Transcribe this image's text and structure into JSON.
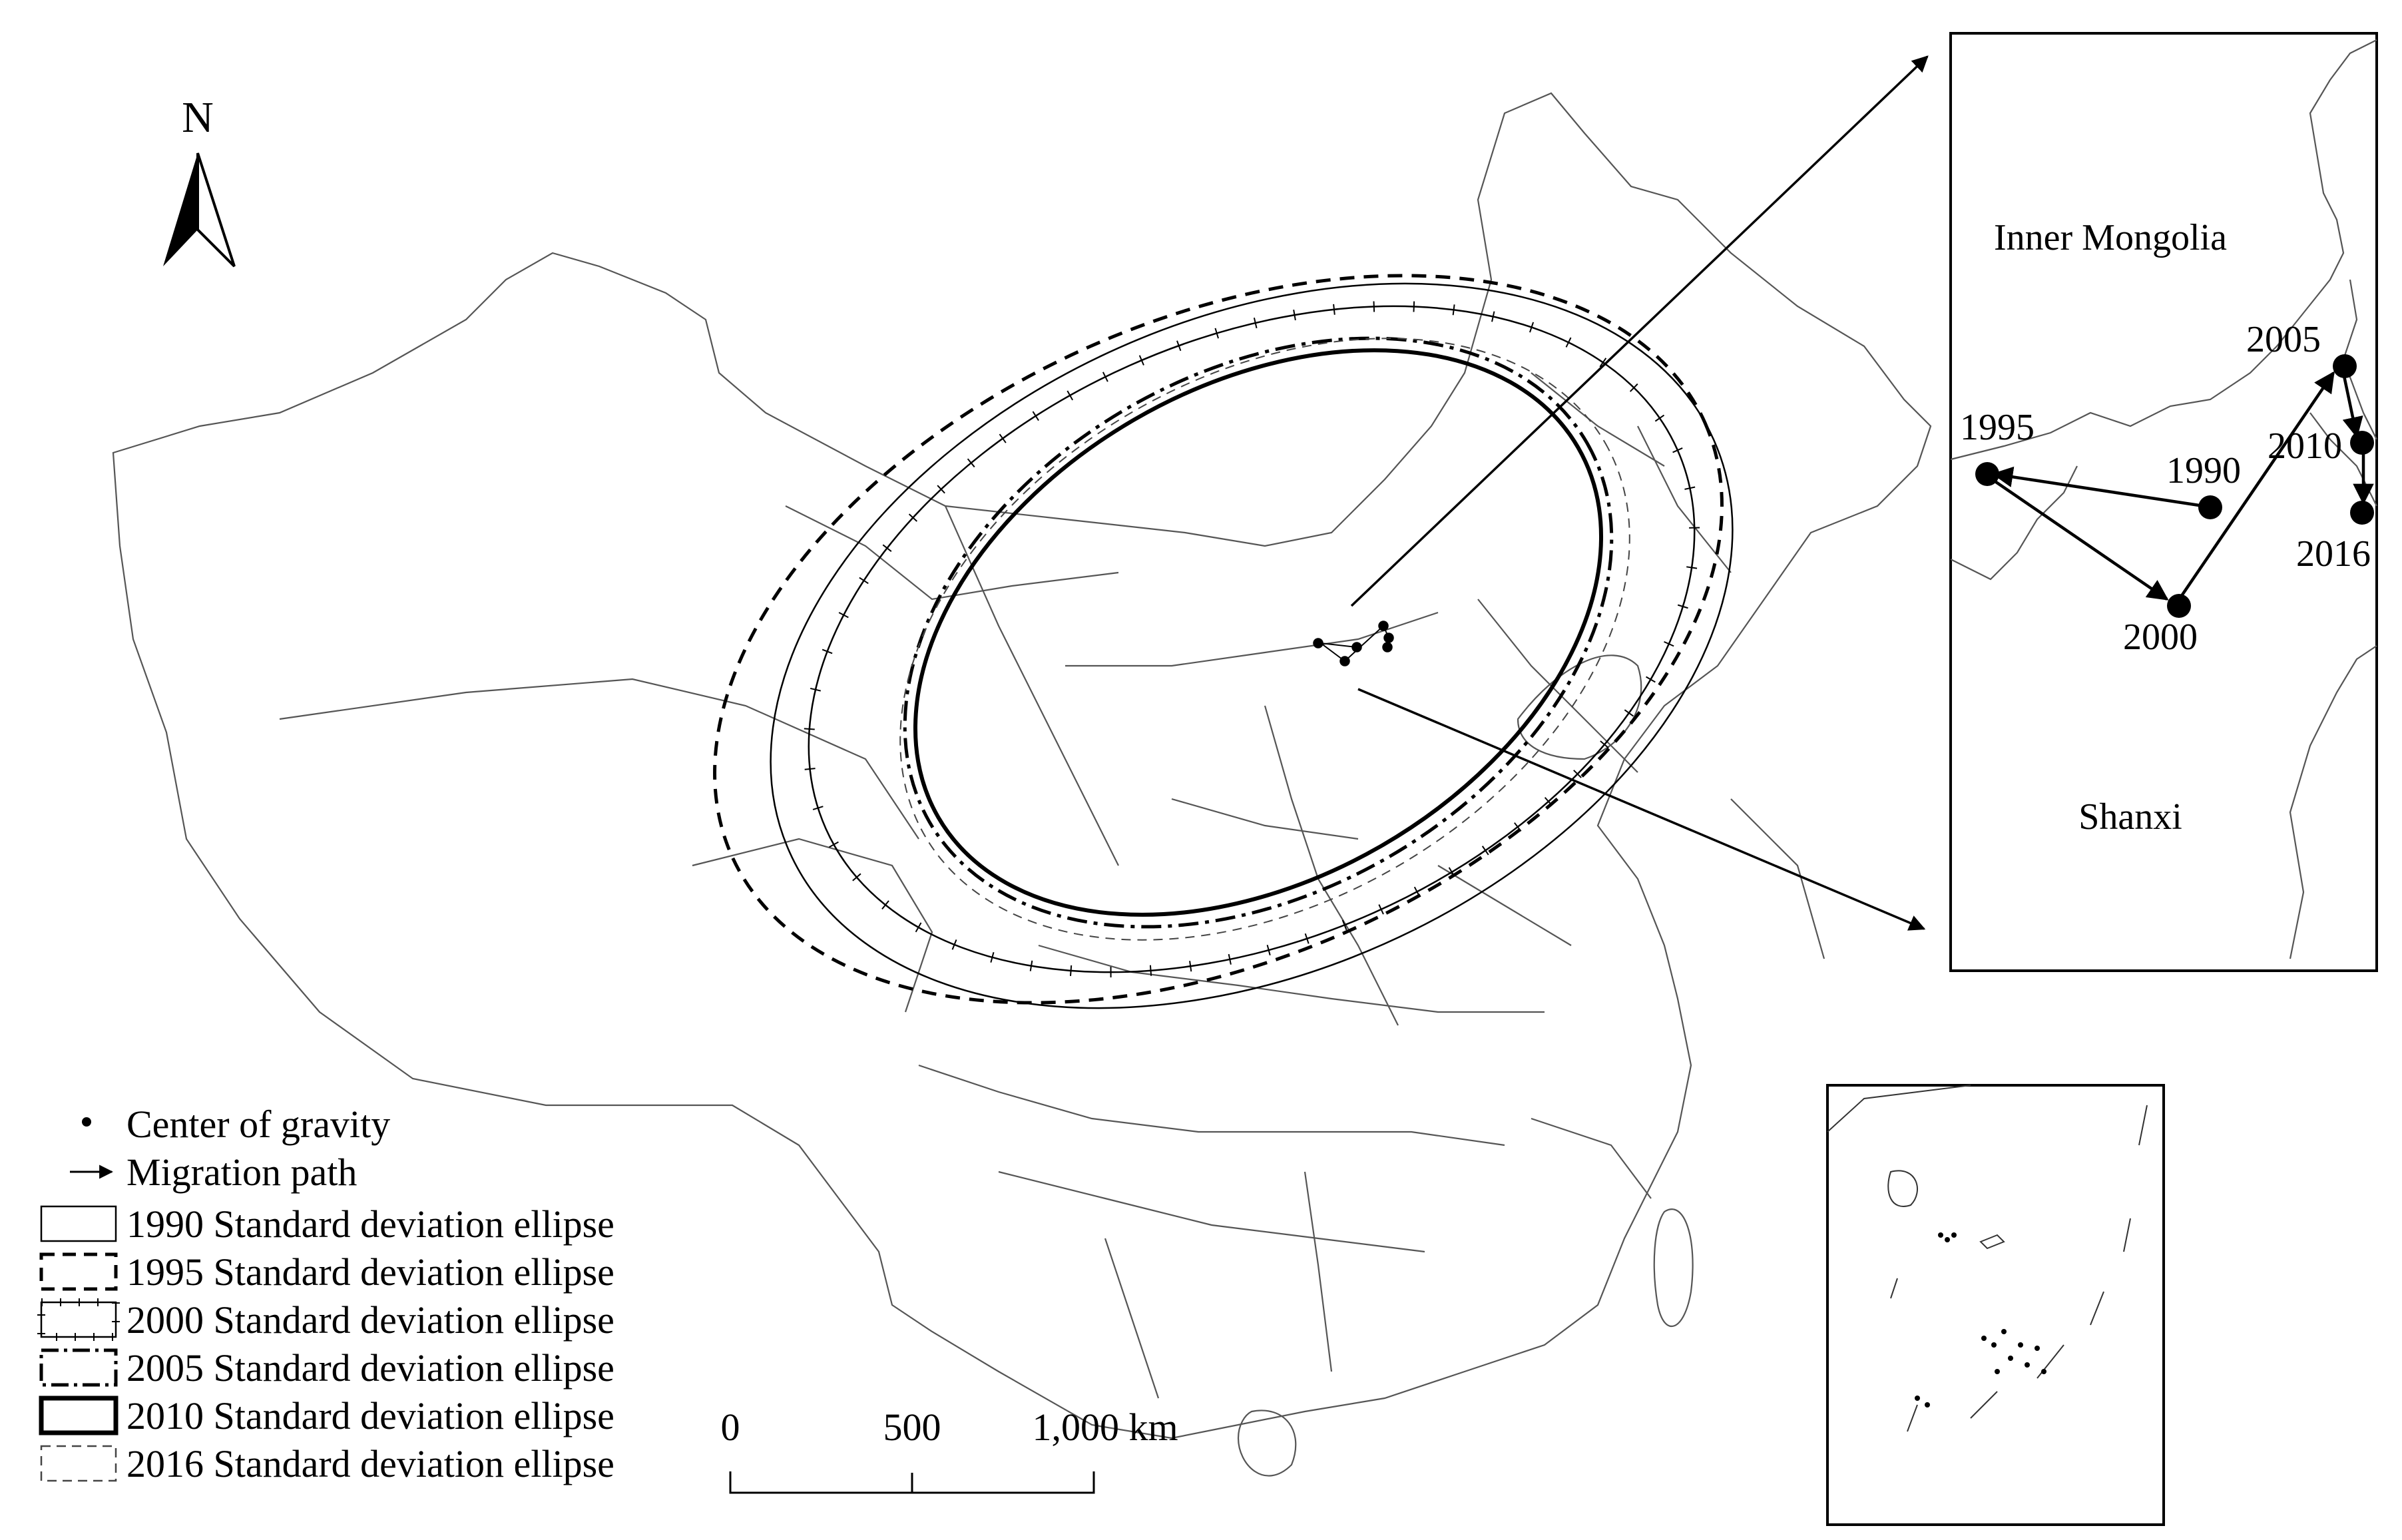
{
  "north_arrow": {
    "label": "N"
  },
  "inset": {
    "region_labels": [
      "Inner Mongolia",
      "Shanxi"
    ],
    "points": [
      {
        "year": "1990"
      },
      {
        "year": "1995"
      },
      {
        "year": "2000"
      },
      {
        "year": "2005"
      },
      {
        "year": "2010"
      },
      {
        "year": "2016"
      }
    ]
  },
  "legend": {
    "items": [
      {
        "label": "Center of gravity",
        "symbol": "dot"
      },
      {
        "label": "Migration path",
        "symbol": "arrow"
      },
      {
        "label": "1990 Standard deviation ellipse",
        "symbol": "thin-solid"
      },
      {
        "label": "1995 Standard deviation ellipse",
        "symbol": "dashed"
      },
      {
        "label": "2000 Standard deviation ellipse",
        "symbol": "ticked"
      },
      {
        "label": "2005 Standard deviation ellipse",
        "symbol": "dash-dot"
      },
      {
        "label": "2010 Standard deviation ellipse",
        "symbol": "thick-solid"
      },
      {
        "label": "2016 Standard deviation ellipse",
        "symbol": "thin-dashed"
      }
    ]
  },
  "scale_bar": {
    "ticks": [
      "0",
      "500",
      "1,000 km"
    ]
  }
}
